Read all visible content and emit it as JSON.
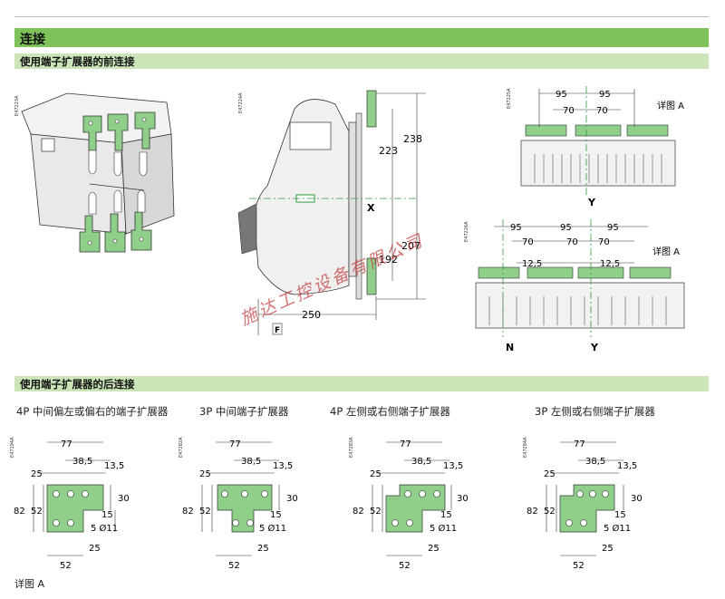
{
  "section_title": "连接",
  "subsection_front": "使用端子扩展器的前连接",
  "subsection_rear": "使用端子扩展器的后连接",
  "codes": {
    "c1": "E47223A",
    "c2": "E47224A",
    "c3": "E47225A",
    "c4": "E47226A",
    "c5": "E47194A",
    "c6": "E47282A",
    "c7": "E47283A",
    "c8": "E47284A"
  },
  "side_view": {
    "d238": "238",
    "d223": "223",
    "d207": "207",
    "d192": "192",
    "d250": "250",
    "x_label": "X",
    "f_label": "F"
  },
  "top_view_3p": {
    "d95a": "95",
    "d95b": "95",
    "d70a": "70",
    "d70b": "70",
    "detail": "详图 A",
    "y_label": "Y"
  },
  "top_view_4p": {
    "d95a": "95",
    "d95b": "95",
    "d95c": "95",
    "d70a": "70",
    "d70b": "70",
    "d70c": "70",
    "d125a": "12,5",
    "d125b": "12,5",
    "detail": "详图 A",
    "n_label": "N",
    "y_label": "Y"
  },
  "rear_captions": [
    "4P 中间偏左或偏右的端子扩展器",
    "3P 中间端子扩展器",
    "4P 左侧或右侧端子扩展器",
    "3P 左侧或右侧端子扩展器"
  ],
  "rear_dims": {
    "d77": "77",
    "d385": "38,5",
    "d135": "13,5",
    "d25a": "25",
    "d30": "30",
    "d82": "82",
    "d52a": "52",
    "d15": "15",
    "hole": "5 Ø11",
    "d25b": "25",
    "d52b": "52"
  },
  "footer": "详图 A",
  "watermark": "施达工控设备有限公司",
  "colors": {
    "accent": "#7dc35a",
    "sub_bar": "#cbe5b8",
    "plate": "#8fcf8a",
    "watermark": "#c03030"
  }
}
